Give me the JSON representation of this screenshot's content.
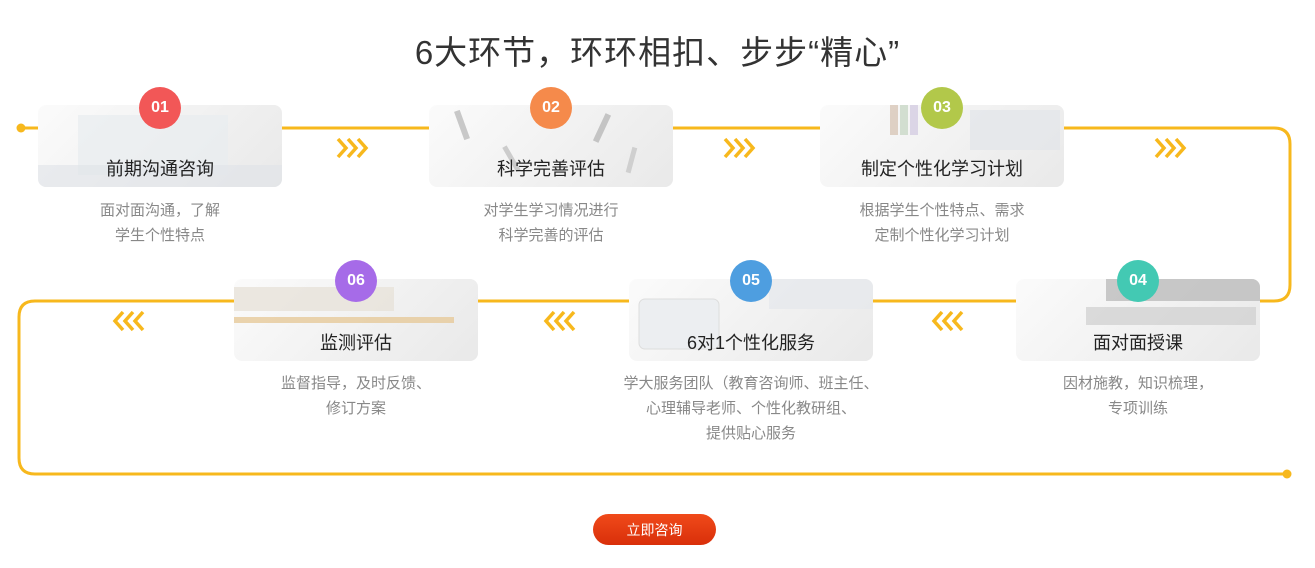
{
  "heading": "6大环节，环环相扣、步步“精心”",
  "accent_color": "#f7b81d",
  "steps": [
    {
      "num": "01",
      "title": "前期沟通咨询",
      "desc": [
        "面对面沟通，了解",
        "学生个性特点"
      ],
      "color": "#f25757"
    },
    {
      "num": "02",
      "title": "科学完善评估",
      "desc": [
        "对学生学习情况进行",
        "科学完善的评估"
      ],
      "color": "#f58a4b"
    },
    {
      "num": "03",
      "title": "制定个性化学习计划",
      "desc": [
        "根据学生个性特点、需求",
        "定制个性化学习计划"
      ],
      "color": "#b2c84a"
    },
    {
      "num": "04",
      "title": "面对面授课",
      "desc": [
        "因材施教，知识梳理，",
        "专项训练"
      ],
      "color": "#43c9b3"
    },
    {
      "num": "05",
      "title": "6对1个性化服务",
      "desc": [
        "学大服务团队（教育咨询师、班主任、",
        "心理辅导老师、个性化教研组、",
        "提供贴心服务"
      ],
      "color": "#4e9ee0"
    },
    {
      "num": "06",
      "title": "监测评估",
      "desc": [
        "监督指导，及时反馈、",
        "修订方案"
      ],
      "color": "#a66be8"
    }
  ],
  "cta_label": "立即咨询"
}
